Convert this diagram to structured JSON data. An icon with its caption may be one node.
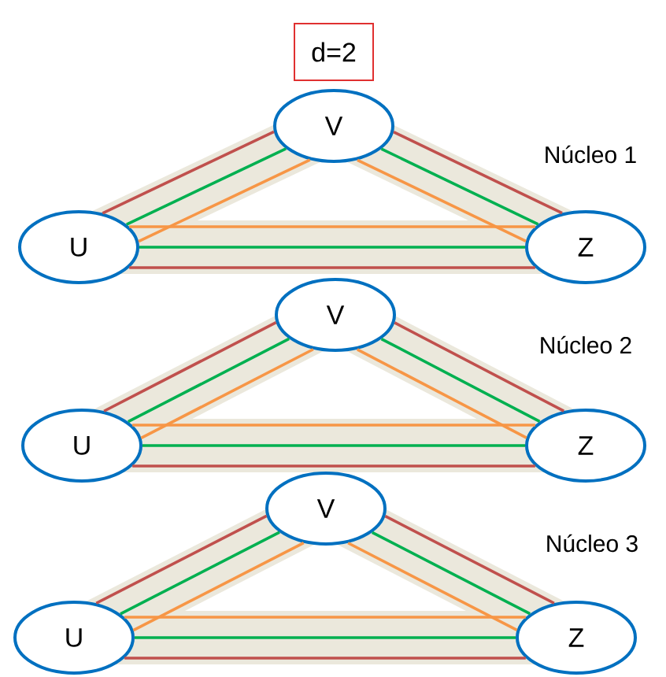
{
  "diagram": {
    "nodes": [
      {
        "text": [
          "d=2"
        ]
      },
      {
        "text": [
          "V"
        ]
      },
      {
        "text": [
          "U"
        ]
      },
      {
        "text": [
          "Z"
        ]
      },
      {
        "text": [
          "V"
        ]
      },
      {
        "text": [
          "U"
        ]
      },
      {
        "text": [
          "Z"
        ]
      },
      {
        "text": [
          "V"
        ]
      },
      {
        "text": [
          "U"
        ]
      },
      {
        "text": [
          "Z"
        ]
      }
    ],
    "edges": [
      {
        "from": 2,
        "to": 1,
        "arrow": "none",
        "color": "#c0504d"
      },
      {
        "from": 2,
        "to": 1,
        "arrow": "none",
        "color": "#00b050"
      },
      {
        "from": 2,
        "to": 1,
        "arrow": "none",
        "color": "#f79646"
      },
      {
        "from": 1,
        "to": 3,
        "arrow": "none",
        "color": "#c0504d"
      },
      {
        "from": 1,
        "to": 3,
        "arrow": "none",
        "color": "#00b050"
      },
      {
        "from": 1,
        "to": 3,
        "arrow": "none",
        "color": "#f79646"
      },
      {
        "from": 2,
        "to": 3,
        "arrow": "none",
        "color": "#f79646"
      },
      {
        "from": 2,
        "to": 3,
        "arrow": "none",
        "color": "#00b050"
      },
      {
        "from": 2,
        "to": 3,
        "arrow": "none",
        "color": "#c0504d"
      },
      {
        "from": 5,
        "to": 4,
        "arrow": "none",
        "color": "#c0504d"
      },
      {
        "from": 5,
        "to": 4,
        "arrow": "none",
        "color": "#00b050"
      },
      {
        "from": 5,
        "to": 4,
        "arrow": "none",
        "color": "#f79646"
      },
      {
        "from": 4,
        "to": 6,
        "arrow": "none",
        "color": "#c0504d"
      },
      {
        "from": 4,
        "to": 6,
        "arrow": "none",
        "color": "#00b050"
      },
      {
        "from": 4,
        "to": 6,
        "arrow": "none",
        "color": "#f79646"
      },
      {
        "from": 5,
        "to": 6,
        "arrow": "none",
        "color": "#f79646"
      },
      {
        "from": 5,
        "to": 6,
        "arrow": "none",
        "color": "#00b050"
      },
      {
        "from": 5,
        "to": 6,
        "arrow": "none",
        "color": "#c0504d"
      },
      {
        "from": 8,
        "to": 7,
        "arrow": "none",
        "color": "#c0504d"
      },
      {
        "from": 8,
        "to": 7,
        "arrow": "none",
        "color": "#00b050"
      },
      {
        "from": 8,
        "to": 7,
        "arrow": "none",
        "color": "#f79646"
      },
      {
        "from": 7,
        "to": 9,
        "arrow": "none",
        "color": "#c0504d"
      },
      {
        "from": 7,
        "to": 9,
        "arrow": "none",
        "color": "#00b050"
      },
      {
        "from": 7,
        "to": 9,
        "arrow": "none",
        "color": "#f79646"
      },
      {
        "from": 8,
        "to": 9,
        "arrow": "none",
        "color": "#f79646"
      },
      {
        "from": 8,
        "to": 9,
        "arrow": "none",
        "color": "#00b050"
      },
      {
        "from": 8,
        "to": 9,
        "arrow": "none",
        "color": "#c0504d"
      }
    ],
    "labels": [
      "Núcleo 1",
      "Núcleo 2",
      "Núcleo 3"
    ]
  }
}
